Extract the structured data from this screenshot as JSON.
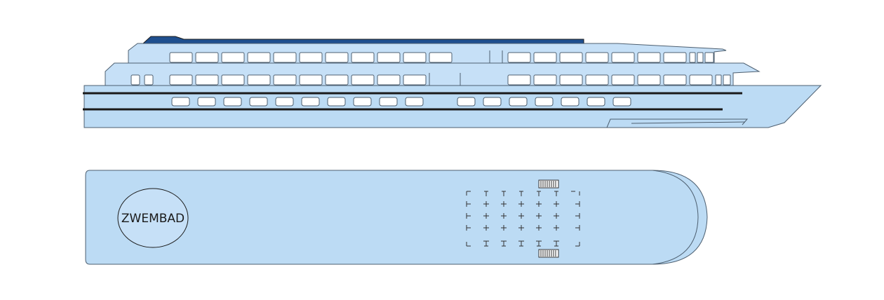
{
  "diagram": {
    "side_view": {
      "kind": "ship-side-profile"
    },
    "top_view": {
      "kind": "ship-sun-deck-plan",
      "pool_label": "ZWEMBAD"
    },
    "colors": {
      "hull": "#bcdbf4",
      "outline": "#4d5f70",
      "stripe": "#1a1a1a",
      "roof_accent": "#1f4f8f",
      "window": "#ffffff"
    }
  }
}
